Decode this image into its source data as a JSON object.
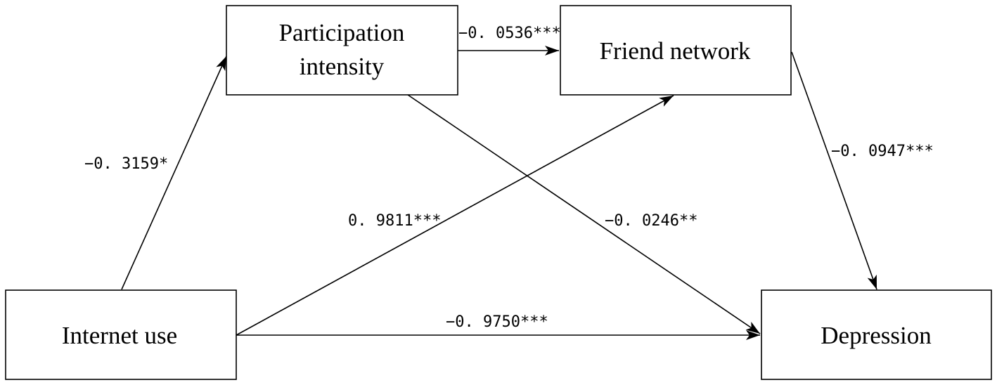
{
  "nodes": {
    "participation": {
      "line1": "Participation",
      "line2": "intensity"
    },
    "friend": {
      "label": "Friend network"
    },
    "internet": {
      "label": "Internet use"
    },
    "depression": {
      "label": "Depression"
    }
  },
  "edges": {
    "internet_to_participation": {
      "coef": "−0. 3159*"
    },
    "participation_to_friend": {
      "coef": "−0. 0536***"
    },
    "internet_to_friend": {
      "coef": "0. 9811***"
    },
    "participation_to_depression": {
      "coef": "−0. 0246**"
    },
    "friend_to_depression": {
      "coef": "−0. 0947***"
    },
    "internet_to_depression": {
      "coef": "−0. 9750***"
    }
  },
  "colors": {
    "stroke": "#000000",
    "background": "#ffffff"
  }
}
